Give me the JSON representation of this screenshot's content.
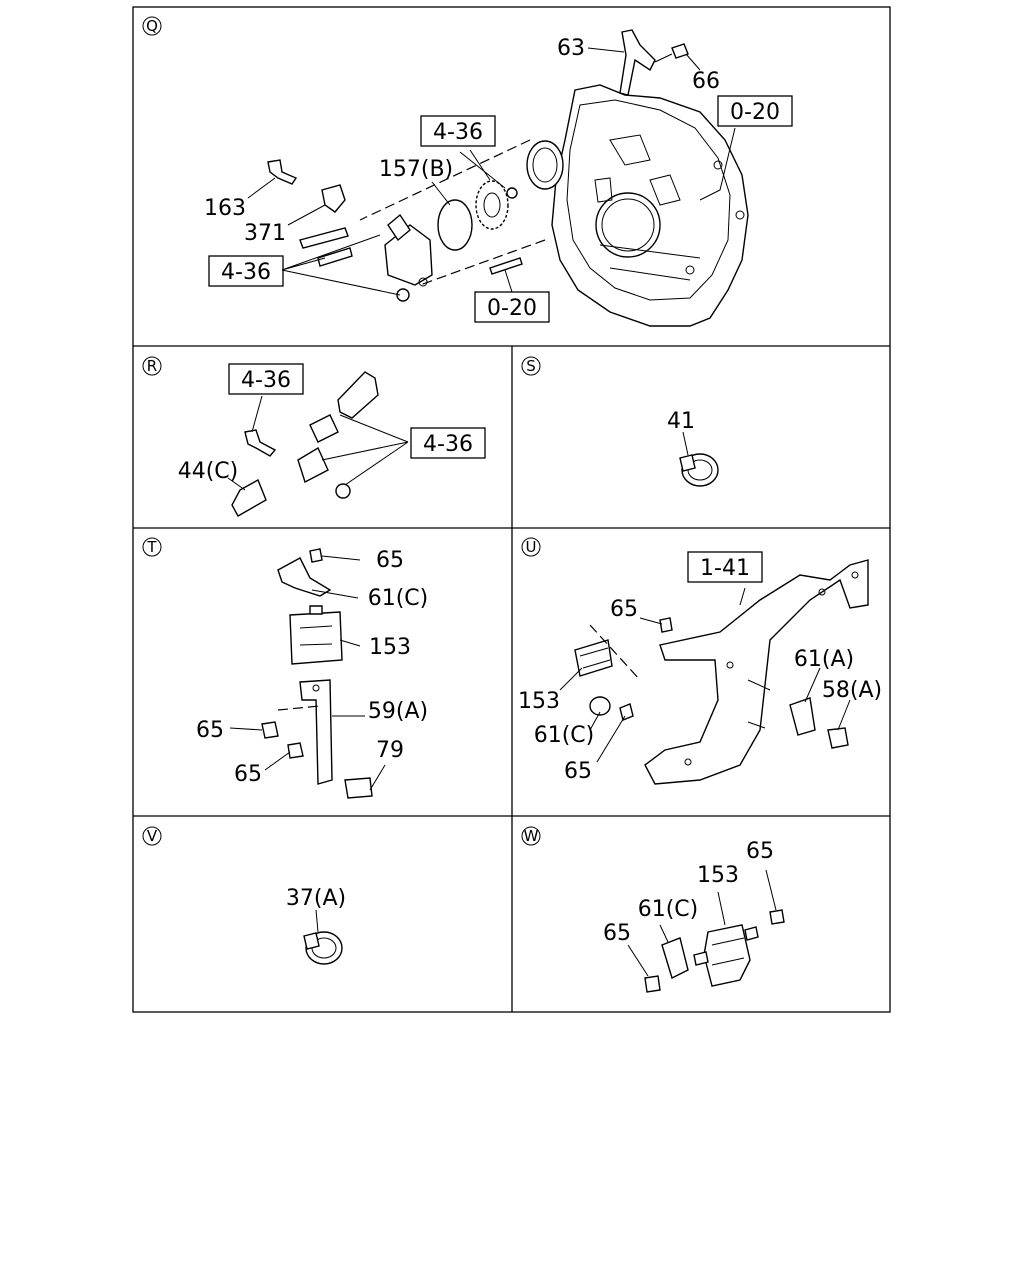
{
  "panels": {
    "Q": {
      "letter": "Q",
      "labels": [
        "63",
        "66",
        "163",
        "371",
        "157(B)"
      ],
      "boxes": [
        "4-36",
        "0-20",
        "4-36",
        "0-20"
      ]
    },
    "R": {
      "letter": "R",
      "labels": [
        "44(C)"
      ],
      "boxes": [
        "4-36",
        "4-36"
      ]
    },
    "S": {
      "letter": "S",
      "labels": [
        "41"
      ]
    },
    "T": {
      "letter": "T",
      "labels": [
        "65",
        "61(C)",
        "153",
        "59(A)",
        "65",
        "65",
        "79"
      ]
    },
    "U": {
      "letter": "U",
      "labels": [
        "65",
        "61(A)",
        "58(A)",
        "153",
        "61(C)",
        "65"
      ],
      "boxes": [
        "1-41"
      ]
    },
    "V": {
      "letter": "V",
      "labels": [
        "37(A)"
      ]
    },
    "W": {
      "letter": "W",
      "labels": [
        "65",
        "153",
        "61(C)",
        "65"
      ]
    }
  }
}
